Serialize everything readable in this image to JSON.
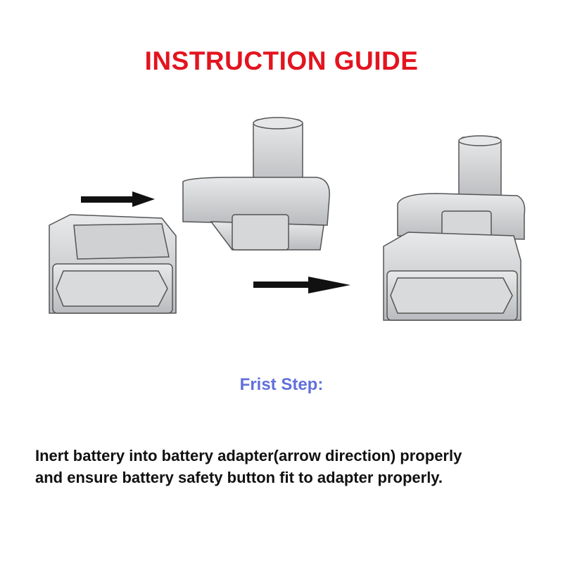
{
  "title": "INSTRUCTION GUIDE",
  "step_title": "Frist Step:",
  "description_lines": [
    "Inert battery into battery adapter(arrow direction) properly",
    "and ensure battery safety button fit to adapter properly."
  ],
  "colors": {
    "title": "#e3141f",
    "step": "#6170dc",
    "text": "#111111"
  }
}
